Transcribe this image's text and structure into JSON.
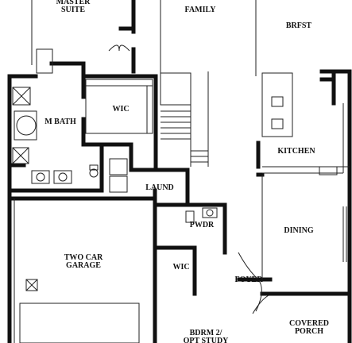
{
  "plan": {
    "rooms": [
      {
        "id": "master-suite",
        "lines": [
          "MASTER",
          "SUITE"
        ]
      },
      {
        "id": "family",
        "lines": [
          "FAMILY"
        ]
      },
      {
        "id": "brfst",
        "lines": [
          "BRFST"
        ]
      },
      {
        "id": "m-bath",
        "lines": [
          "M BATH"
        ]
      },
      {
        "id": "wic-master",
        "lines": [
          "WIC"
        ]
      },
      {
        "id": "kitchen",
        "lines": [
          "KITCHEN"
        ]
      },
      {
        "id": "laund",
        "lines": [
          "LAUND"
        ]
      },
      {
        "id": "pwdr",
        "lines": [
          "PWDR"
        ]
      },
      {
        "id": "dining",
        "lines": [
          "DINING"
        ]
      },
      {
        "id": "garage",
        "lines": [
          "TWO CAR",
          "GARAGE"
        ]
      },
      {
        "id": "wic-bdrm",
        "lines": [
          "WIC"
        ]
      },
      {
        "id": "foyer",
        "lines": [
          "FOYER"
        ]
      },
      {
        "id": "bdrm2",
        "lines": [
          "BDRM 2/",
          "OPT STUDY"
        ]
      },
      {
        "id": "covered-porch",
        "lines": [
          "COVERED",
          "PORCH"
        ]
      }
    ]
  }
}
